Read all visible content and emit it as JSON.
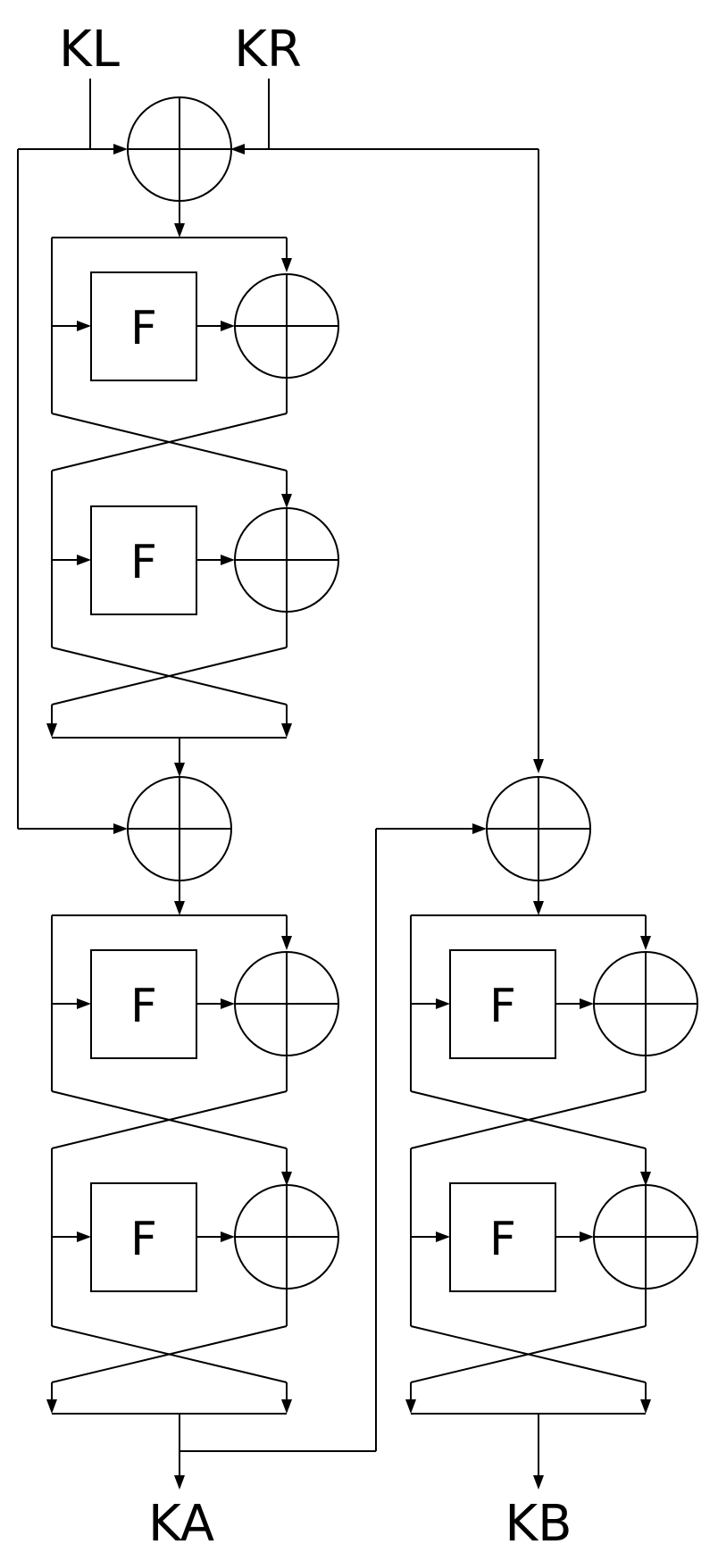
{
  "inputs": {
    "left": "KL",
    "right": "KR"
  },
  "outputs": {
    "left": "KA",
    "right": "KB"
  },
  "function_label": "F"
}
